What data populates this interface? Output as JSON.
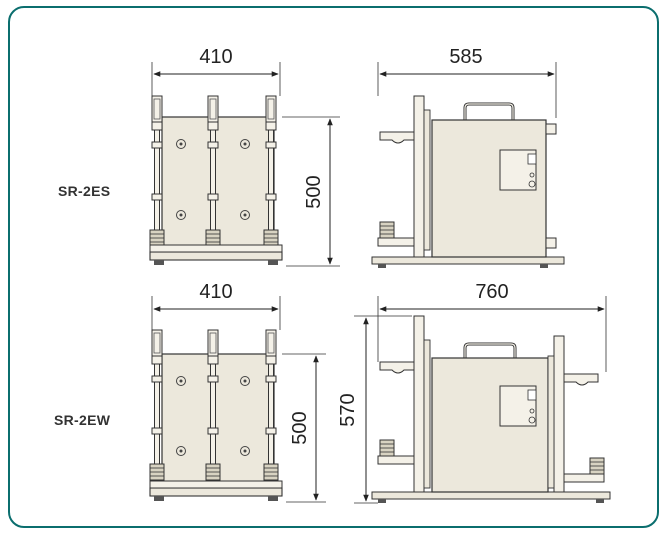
{
  "models": {
    "top": {
      "name": "SR-2ES",
      "front_width": "410",
      "front_height": "500",
      "side_width": "585"
    },
    "bottom": {
      "name": "SR-2EW",
      "front_width": "410",
      "front_height": "500",
      "side_width": "760",
      "side_height": "570"
    }
  },
  "colors": {
    "frame_border": "#0b6e6e",
    "body_fill": "#ece8dc",
    "line": "#333333"
  }
}
